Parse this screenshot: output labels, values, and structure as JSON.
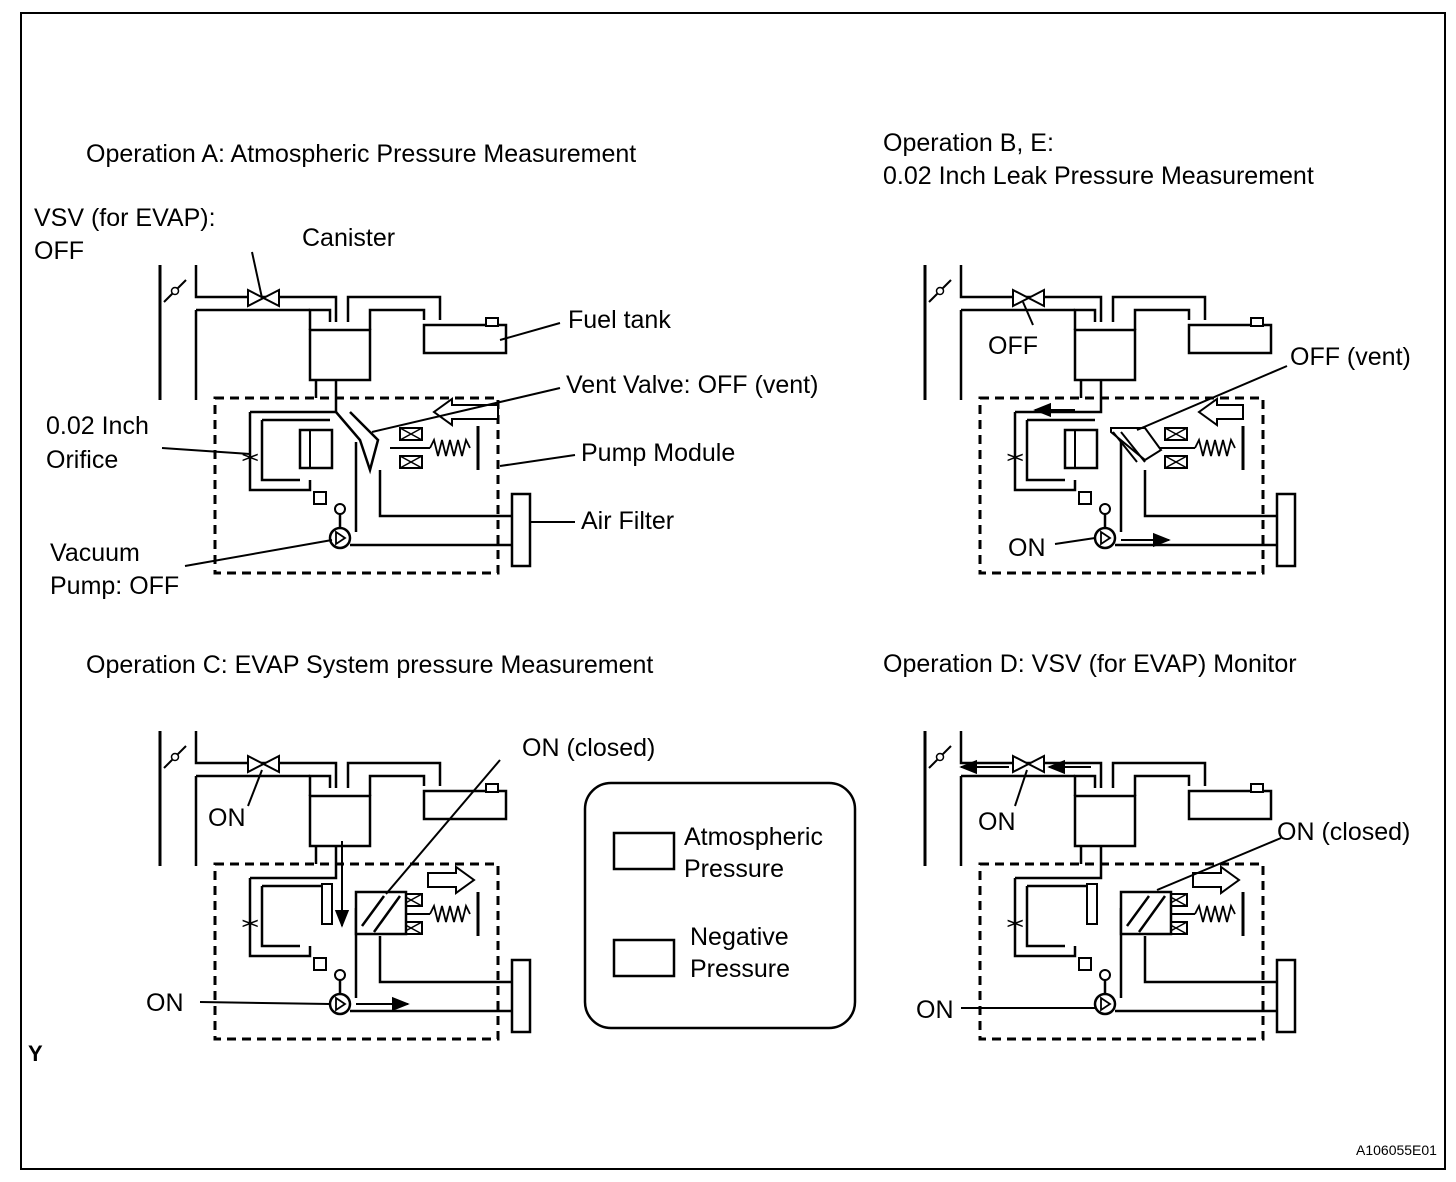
{
  "panels": {
    "a": {
      "title": "Operation A: Atmospheric Pressure Measurement",
      "vsv_label_1": "VSV (for EVAP):",
      "vsv_label_2": "OFF",
      "canister": "Canister",
      "fuel_tank": "Fuel tank",
      "vent_valve": "Vent Valve: OFF (vent)",
      "orifice_1": "0.02 Inch",
      "orifice_2": "Orifice",
      "pump_module": "Pump Module",
      "air_filter": "Air Filter",
      "vacuum_pump_1": "Vacuum",
      "vacuum_pump_2": "Pump: OFF"
    },
    "b": {
      "title_1": "Operation B, E:",
      "title_2": "0.02 Inch Leak Pressure Measurement",
      "vsv_state": "OFF",
      "vent_state": "OFF (vent)",
      "pump_state": "ON"
    },
    "c": {
      "title": "Operation C: EVAP System pressure Measurement",
      "vsv_state": "ON",
      "vent_state": "ON (closed)",
      "pump_state": "ON"
    },
    "d": {
      "title": "Operation D: VSV (for EVAP) Monitor",
      "vsv_state": "ON",
      "vent_state": "ON (closed)",
      "pump_state": "ON"
    }
  },
  "legend": {
    "atmospheric_1": "Atmospheric",
    "atmospheric_2": "Pressure",
    "negative_1": "Negative",
    "negative_2": "Pressure"
  },
  "corner_mark": "Y",
  "figure_code": "A106055E01"
}
